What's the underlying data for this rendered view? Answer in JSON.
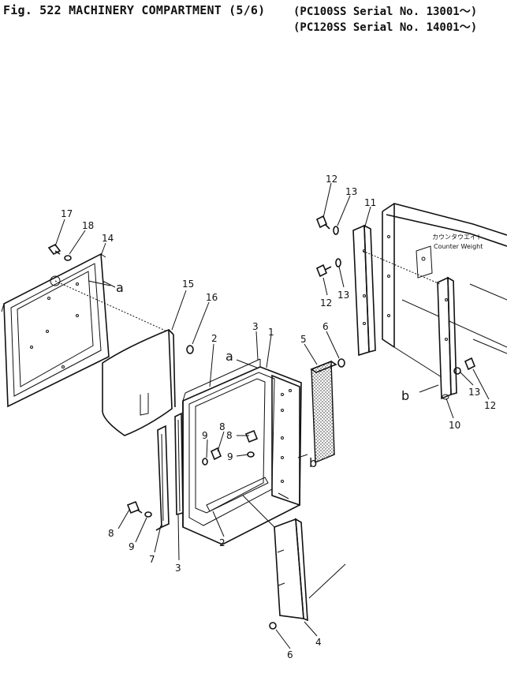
{
  "header": {
    "figure_title": "Fig. 522  MACHINERY COMPARTMENT (5/6)",
    "serial_line_1": "(PC100SS Serial No. 13001～)",
    "serial_line_2": "(PC120SS Serial No. 14001～)"
  },
  "labels": {
    "counterweight_jp": "カウンタウエイト",
    "counterweight_en": "Counter Weight",
    "ref_a": "a",
    "ref_b": "b"
  },
  "callouts": [
    "1",
    "2",
    "3",
    "4",
    "5",
    "6",
    "7",
    "8",
    "9",
    "10",
    "11",
    "12",
    "13",
    "14",
    "15",
    "16",
    "17",
    "18"
  ]
}
